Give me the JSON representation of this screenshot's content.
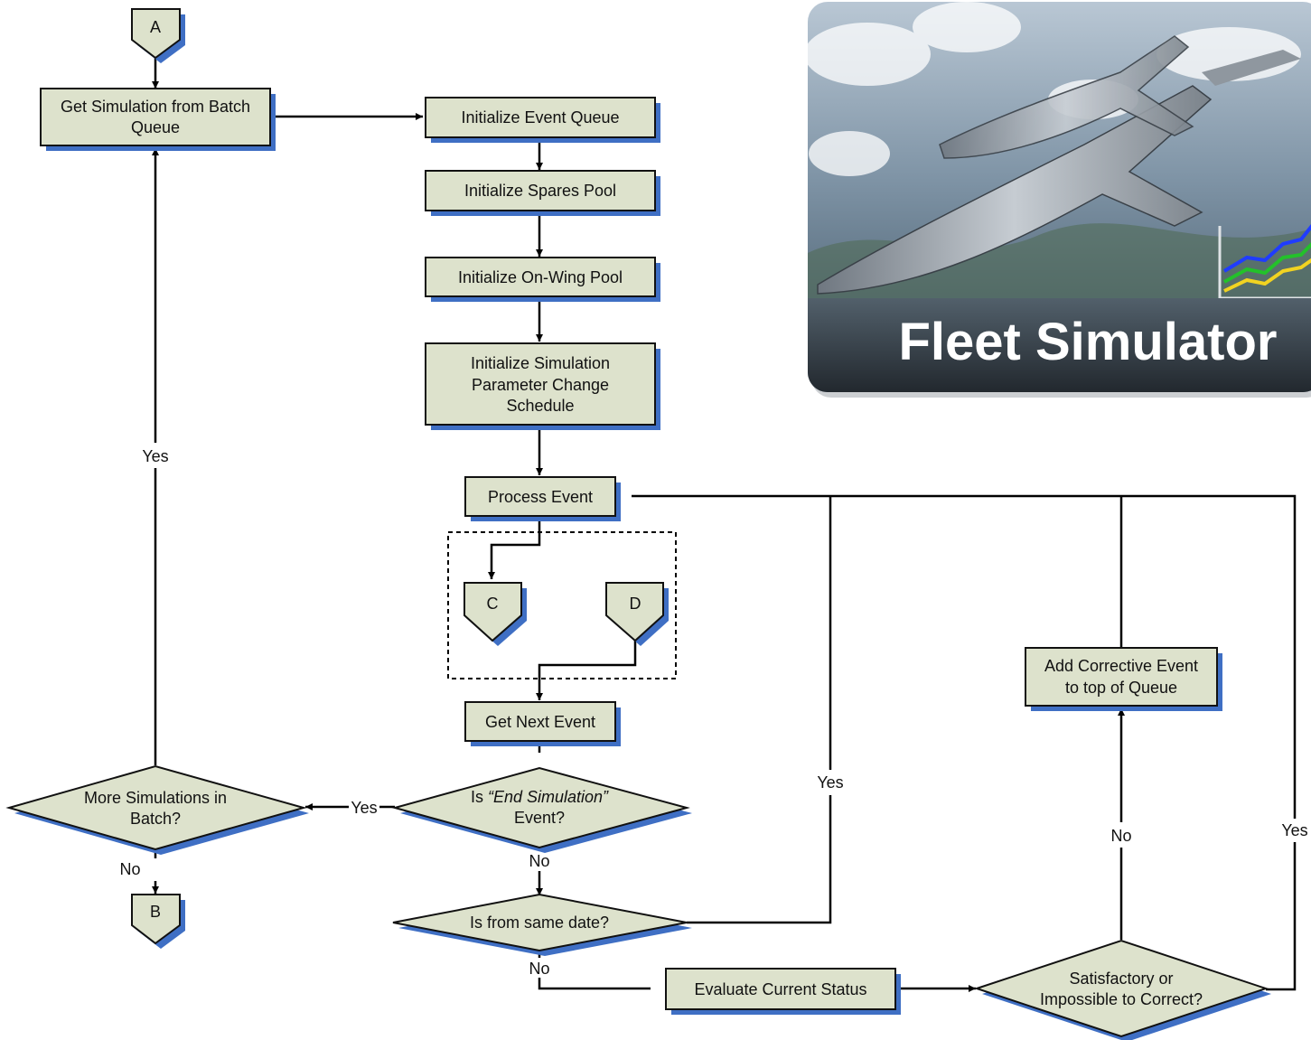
{
  "connectors": {
    "a": "A",
    "b": "B",
    "c": "C",
    "d": "D"
  },
  "processes": {
    "get_simulation": [
      "Get Simulation from Batch",
      "Queue"
    ],
    "init_event_queue": [
      "Initialize Event Queue"
    ],
    "init_spares_pool": [
      "Initialize Spares Pool"
    ],
    "init_on_wing_pool": [
      "Initialize On-Wing Pool"
    ],
    "init_param_schedule": [
      "Initialize Simulation",
      "Parameter Change",
      "Schedule"
    ],
    "process_event": [
      "Process Event"
    ],
    "get_next_event": [
      "Get Next Event"
    ],
    "evaluate_status": [
      "Evaluate Current Status"
    ],
    "add_corrective": [
      "Add Corrective Event",
      "to top of Queue"
    ]
  },
  "decisions": {
    "more_simulations": [
      "More Simulations in",
      "Batch?"
    ],
    "end_simulation_prefix": "Is ",
    "end_simulation_emph": "“End Simulation”",
    "end_simulation_line2": "Event?",
    "same_date": [
      "Is from same date?"
    ],
    "satisfactory": [
      "Satisfactory or",
      "Impossible to Correct?"
    ]
  },
  "edge_labels": {
    "yes_to_batch": "Yes",
    "yes_end_sim": "Yes",
    "no_end_sim": "No",
    "no_more_sims": "No",
    "yes_same_date": "Yes",
    "no_same_date": "No",
    "no_satisfactory": "No",
    "yes_satisfactory": "Yes"
  },
  "banner": {
    "title": "Fleet Simulator"
  },
  "colors": {
    "box_fill": "#dde2cc",
    "shadow": "#3f6fc4",
    "line": "#000000"
  }
}
